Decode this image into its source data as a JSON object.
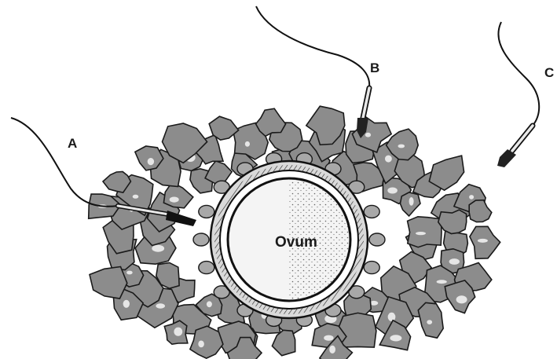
{
  "diagram": {
    "labels": {
      "a": "A",
      "b": "B",
      "c": "C",
      "ovum": "Ovum"
    },
    "colors": {
      "cell_fill": "#8c8c8c",
      "cell_stroke": "#1a1a1a",
      "ink": "#111111",
      "ovum_fill": "#f4f4f4",
      "background": "#ffffff"
    }
  }
}
